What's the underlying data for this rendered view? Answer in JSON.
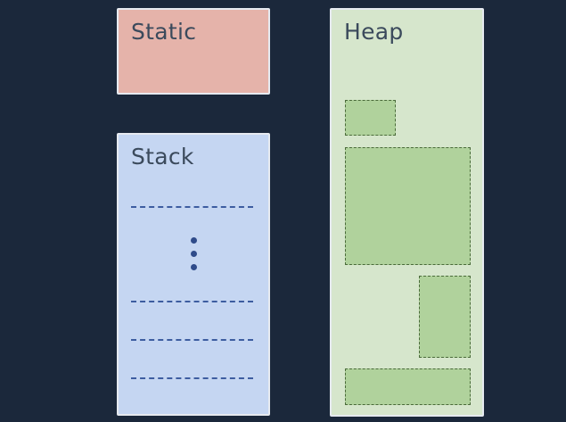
{
  "colors": {
    "background": "#1b283b",
    "region_border": "#e6eaf0",
    "label_text": "#3b4a5c",
    "static_fill": "#e5b3aa",
    "stack_fill": "#c5d6f2",
    "heap_fill": "#d6e6cc",
    "heap_block_fill": "#b0d29c",
    "stack_divider": "#3d5da0",
    "heap_block_border": "#4a6a3a"
  },
  "static": {
    "label": "Static"
  },
  "stack": {
    "label": "Stack",
    "frame_divider_count": 4,
    "ellipsis_dot_count": 3
  },
  "heap": {
    "label": "Heap",
    "allocated_block_count": 4
  }
}
